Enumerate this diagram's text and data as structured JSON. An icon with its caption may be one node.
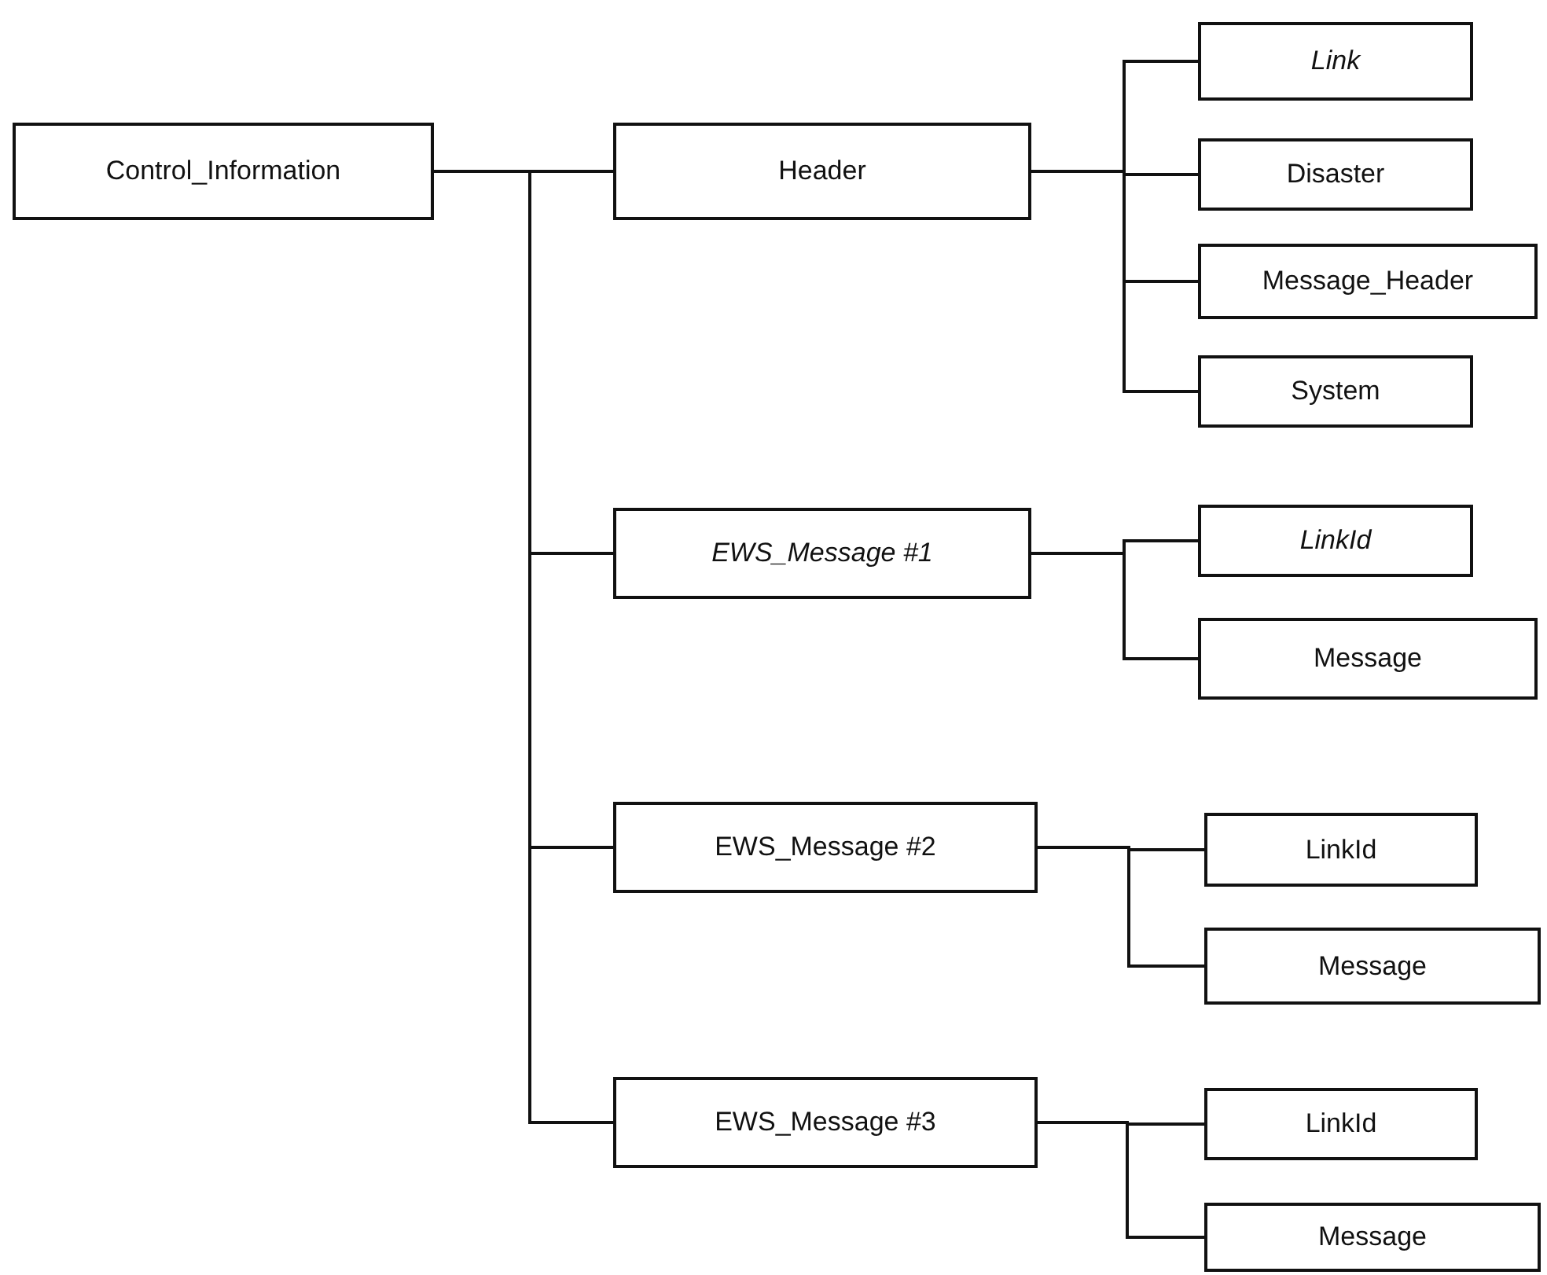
{
  "diagram": {
    "nodes": [
      {
        "text": [
          "Control_Information"
        ]
      },
      {
        "text": [
          "Header"
        ]
      },
      {
        "text": [
          "Link"
        ]
      },
      {
        "text": [
          "Disaster"
        ]
      },
      {
        "text": [
          "Message_Header"
        ]
      },
      {
        "text": [
          "System"
        ]
      },
      {
        "text": [
          "EWS_Message #1"
        ]
      },
      {
        "text": [
          "LinkId"
        ]
      },
      {
        "text": [
          "Message"
        ]
      },
      {
        "text": [
          "EWS_Message #2"
        ]
      },
      {
        "text": [
          "LinkId"
        ]
      },
      {
        "text": [
          "Message"
        ]
      },
      {
        "text": [
          "EWS_Message #3"
        ]
      },
      {
        "text": [
          "LinkId"
        ]
      },
      {
        "text": [
          "Message"
        ]
      }
    ],
    "edges": [
      {
        "from": 0,
        "to": 1,
        "arrow": "none"
      },
      {
        "from": 0,
        "to": 6,
        "arrow": "none"
      },
      {
        "from": 0,
        "to": 9,
        "arrow": "none"
      },
      {
        "from": 0,
        "to": 12,
        "arrow": "none"
      },
      {
        "from": 1,
        "to": 2,
        "arrow": "none"
      },
      {
        "from": 1,
        "to": 3,
        "arrow": "none"
      },
      {
        "from": 1,
        "to": 4,
        "arrow": "none"
      },
      {
        "from": 1,
        "to": 5,
        "arrow": "none"
      },
      {
        "from": 6,
        "to": 7,
        "arrow": "none"
      },
      {
        "from": 6,
        "to": 8,
        "arrow": "none"
      },
      {
        "from": 9,
        "to": 10,
        "arrow": "none"
      },
      {
        "from": 9,
        "to": 11,
        "arrow": "none"
      },
      {
        "from": 12,
        "to": 13,
        "arrow": "none"
      },
      {
        "from": 12,
        "to": 14,
        "arrow": "none"
      }
    ]
  }
}
